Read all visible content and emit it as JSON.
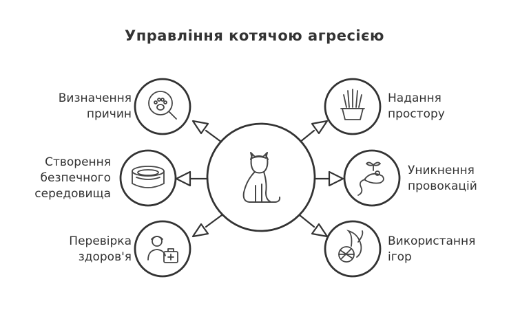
{
  "title": "Управління котячою агресією",
  "left_items": [
    {
      "line1": "Визначення",
      "line2": "причин",
      "icon": "paw-magnifier-icon"
    },
    {
      "line1": "Створення",
      "line2": "безпечного",
      "line3": "середовища",
      "icon": "cat-bed-icon"
    },
    {
      "line1": "Перевірка",
      "line2": "здоров'я",
      "icon": "vet-first-aid-icon"
    }
  ],
  "right_items": [
    {
      "line1": "Надання",
      "line2": "простору",
      "icon": "plant-pot-icon"
    },
    {
      "line1": "Уникнення",
      "line2": "провокацій",
      "icon": "toy-mouse-icon"
    },
    {
      "line1": "Використання",
      "line2": "ігор",
      "icon": "yarn-ball-icon"
    }
  ],
  "center_icon": "cat-icon"
}
